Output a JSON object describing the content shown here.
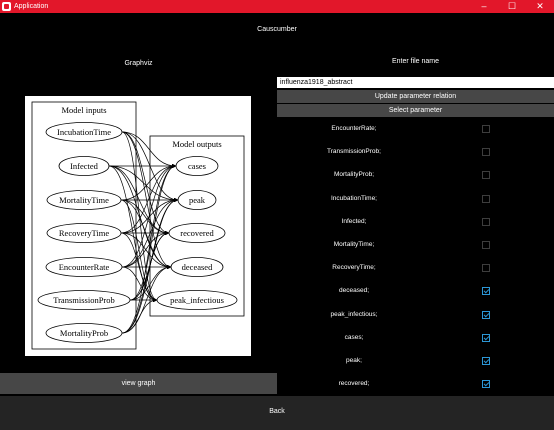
{
  "window": {
    "title": "Application",
    "controls": {
      "minimize": "–",
      "maximize": "☐",
      "close": "✕"
    },
    "accent_color": "#e2172a"
  },
  "header": {
    "title": "Causcumber"
  },
  "left_panel": {
    "label": "Graphviz",
    "view_graph_label": "view graph",
    "graph": {
      "inputs_cluster_label": "Model inputs",
      "outputs_cluster_label": "Model outputs",
      "inputs": [
        "IncubationTime",
        "Infected",
        "MortalityTime",
        "RecoveryTime",
        "EncounterRate",
        "TransmissionProb",
        "MortalityProb"
      ],
      "outputs": [
        "cases",
        "peak",
        "recovered",
        "deceased",
        "peak_infectious"
      ]
    }
  },
  "right_panel": {
    "label": "Enter file name",
    "file_name_value": "influenza1918_abstract",
    "update_relation_label": "Update parameter relation",
    "select_parameter_label": "Select parameter",
    "checked_color": "#2c97d6",
    "parameters": [
      {
        "label": "EncounterRate;",
        "checked": false
      },
      {
        "label": "TransmissionProb;",
        "checked": false
      },
      {
        "label": "MortalityProb;",
        "checked": false
      },
      {
        "label": "IncubationTime;",
        "checked": false
      },
      {
        "label": "Infected;",
        "checked": false
      },
      {
        "label": "MortalityTime;",
        "checked": false
      },
      {
        "label": "RecoveryTime;",
        "checked": false
      },
      {
        "label": "deceased;",
        "checked": true
      },
      {
        "label": "peak_infectious;",
        "checked": true
      },
      {
        "label": "cases;",
        "checked": true
      },
      {
        "label": "peak;",
        "checked": true
      },
      {
        "label": "recovered;",
        "checked": true
      }
    ]
  },
  "footer": {
    "back_label": "Back"
  }
}
